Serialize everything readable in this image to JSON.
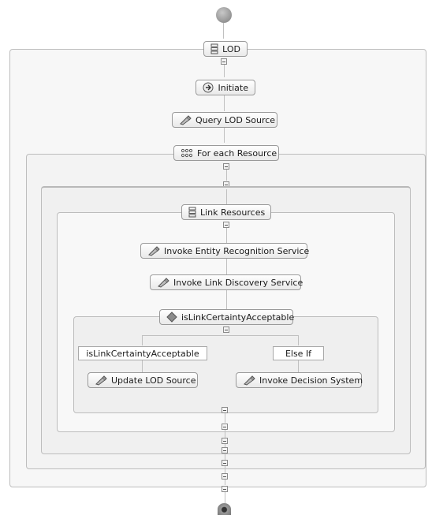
{
  "process": {
    "scope_label": "LOD",
    "initiate_label": "Initiate",
    "query_label": "Query LOD Source",
    "foreach_label": "For each Resource",
    "link_resources_label": "Link Resources",
    "invoke_entity_label": "Invoke Entity Recognition Service",
    "invoke_link_label": "Invoke Link Discovery Service",
    "condition_label": "isLinkCertaintyAcceptable",
    "branch_if_label": "isLinkCertaintyAcceptable",
    "branch_else_label": "Else If",
    "update_label": "Update LOD Source",
    "decision_label": "Invoke Decision System"
  },
  "icons": {
    "start": "start-event-icon",
    "end": "end-event-icon",
    "sequence": "sequence-icon",
    "receive": "receive-icon",
    "invoke": "invoke-icon",
    "foreach": "foreach-icon",
    "condition": "diamond-icon"
  },
  "colors": {
    "node_border": "#9a9a9a",
    "container_border": "#bdbdbd",
    "connector": "#c0c0c0"
  }
}
